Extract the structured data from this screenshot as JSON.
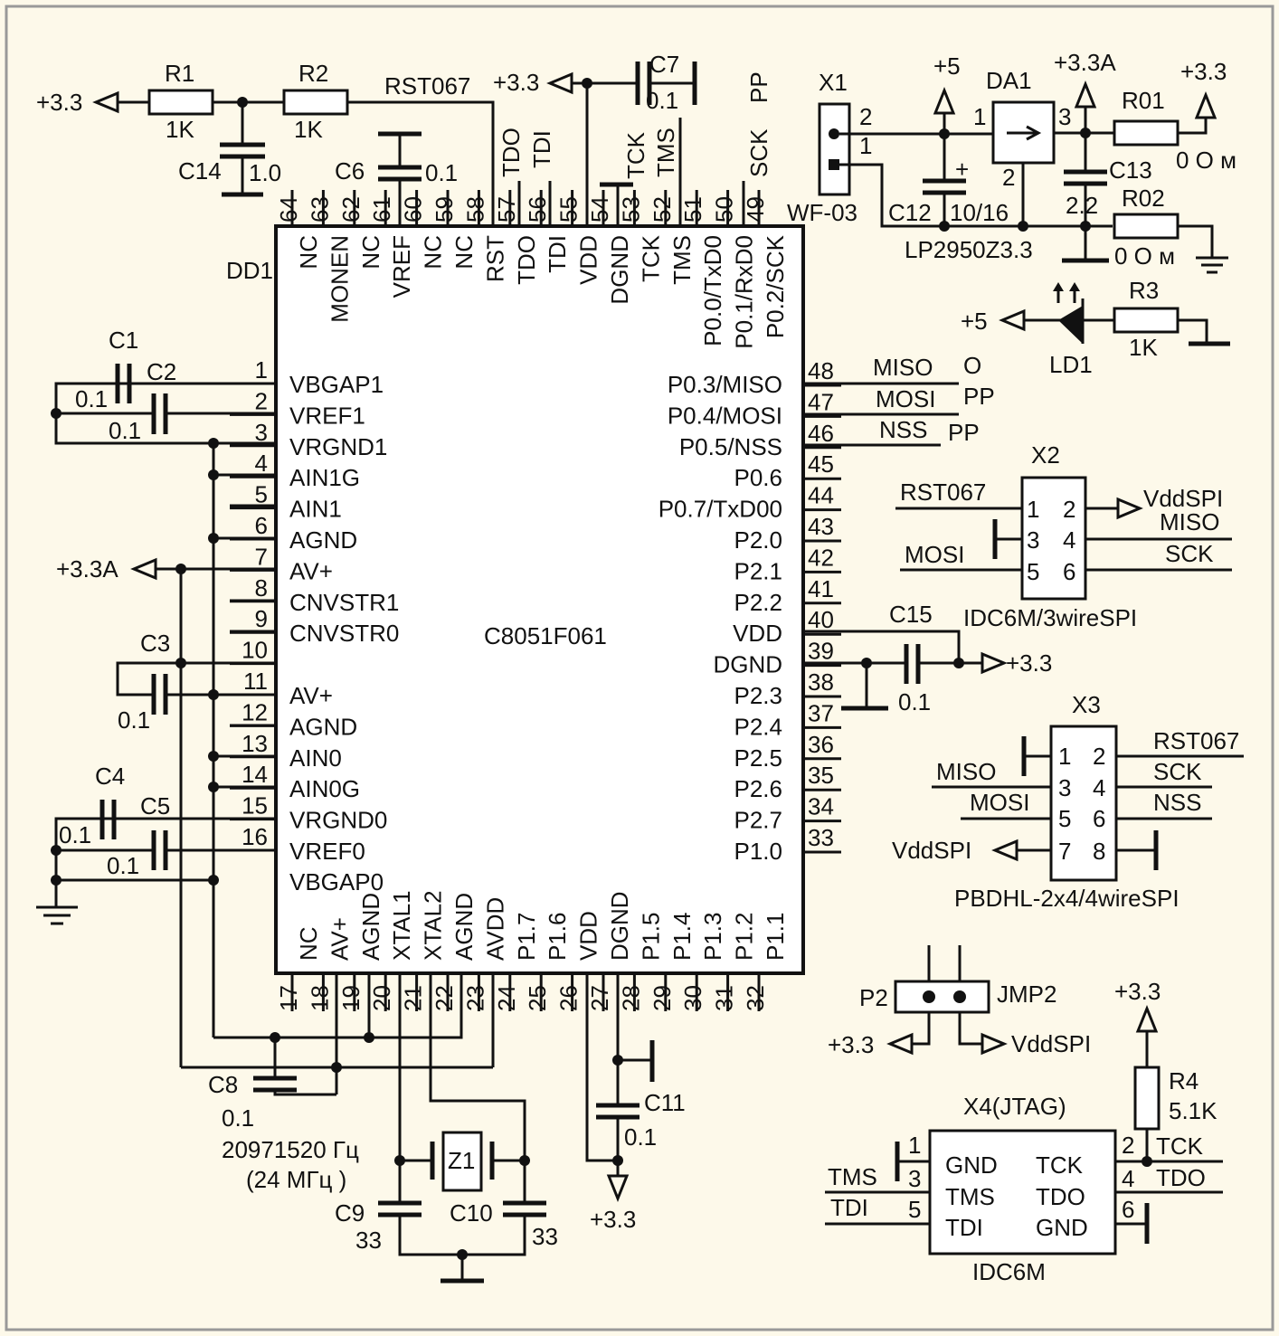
{
  "chip": {
    "ref": "DD1",
    "name": "C8051F061",
    "left": [
      {
        "num": "1",
        "name": "VBGAP1"
      },
      {
        "num": "2",
        "name": "VREF1"
      },
      {
        "num": "3",
        "name": "VRGND1"
      },
      {
        "num": "4",
        "name": "AIN1G"
      },
      {
        "num": "5",
        "name": "AIN1"
      },
      {
        "num": "6",
        "name": "AGND"
      },
      {
        "num": "7",
        "name": "AV+"
      },
      {
        "num": "8",
        "name": "CNVSTR1"
      },
      {
        "num": "9",
        "name": "CNVSTR0"
      },
      {
        "num": "10",
        "name": ""
      },
      {
        "num": "11",
        "name": "AV+"
      },
      {
        "num": "12",
        "name": "AGND"
      },
      {
        "num": "13",
        "name": "AIN0"
      },
      {
        "num": "14",
        "name": "AIN0G"
      },
      {
        "num": "15",
        "name": "VRGND0"
      },
      {
        "num": "16",
        "name": "VREF0"
      }
    ],
    "left_extra": "VBGAP0",
    "right": [
      {
        "num": "48",
        "name": "P0.3/MISO"
      },
      {
        "num": "47",
        "name": "P0.4/MOSI"
      },
      {
        "num": "46",
        "name": "P0.5/NSS"
      },
      {
        "num": "45",
        "name": "P0.6"
      },
      {
        "num": "44",
        "name": "P0.7/TxD00"
      },
      {
        "num": "43",
        "name": "P2.0"
      },
      {
        "num": "42",
        "name": "P2.1"
      },
      {
        "num": "41",
        "name": "P2.2"
      },
      {
        "num": "40",
        "name": "VDD"
      },
      {
        "num": "39",
        "name": "DGND"
      },
      {
        "num": "38",
        "name": "P2.3"
      },
      {
        "num": "37",
        "name": "P2.4"
      },
      {
        "num": "36",
        "name": "P2.5"
      },
      {
        "num": "35",
        "name": "P2.6"
      },
      {
        "num": "34",
        "name": "P2.7"
      },
      {
        "num": "33",
        "name": "P1.0"
      }
    ],
    "top": [
      {
        "num": "64",
        "name": "NC"
      },
      {
        "num": "63",
        "name": "MONEN"
      },
      {
        "num": "62",
        "name": "NC"
      },
      {
        "num": "61",
        "name": "VREF"
      },
      {
        "num": "60",
        "name": "NC"
      },
      {
        "num": "59",
        "name": "NC"
      },
      {
        "num": "58",
        "name": "RST"
      },
      {
        "num": "57",
        "name": "TDO"
      },
      {
        "num": "56",
        "name": "TDI"
      },
      {
        "num": "55",
        "name": "VDD"
      },
      {
        "num": "54",
        "name": "DGND"
      },
      {
        "num": "53",
        "name": "TCK"
      },
      {
        "num": "52",
        "name": "TMS"
      },
      {
        "num": "51",
        "name": "P0.0/TxD0"
      },
      {
        "num": "50",
        "name": "P0.1/RxD0"
      },
      {
        "num": "49",
        "name": "P0.2/SCK"
      }
    ],
    "bottom": [
      {
        "num": "17",
        "name": "NC"
      },
      {
        "num": "18",
        "name": "AV+"
      },
      {
        "num": "19",
        "name": "AGND"
      },
      {
        "num": "20",
        "name": "XTAL1"
      },
      {
        "num": "21",
        "name": "XTAL2"
      },
      {
        "num": "22",
        "name": "AGND"
      },
      {
        "num": "23",
        "name": "AVDD"
      },
      {
        "num": "24",
        "name": "P1.7"
      },
      {
        "num": "25",
        "name": "P1.6"
      },
      {
        "num": "26",
        "name": "VDD"
      },
      {
        "num": "27",
        "name": "DGND"
      },
      {
        "num": "28",
        "name": "P1.5"
      },
      {
        "num": "29",
        "name": "P1.4"
      },
      {
        "num": "30",
        "name": "P1.3"
      },
      {
        "num": "31",
        "name": "P1.2"
      },
      {
        "num": "32",
        "name": "P1.1"
      }
    ]
  },
  "labels": {
    "r1": "R1",
    "r1v": "1K",
    "r2": "R2",
    "r2v": "1K",
    "rst_net": "RST067",
    "p33": "+3.3",
    "c14": "C14",
    "c14v": "1.0",
    "c6": "C6",
    "c6v": "0.1",
    "c7": "C7",
    "c7v": "0.1",
    "tdo_top": "TDO",
    "tdi_top": "TDI",
    "tck_top": "TCK",
    "tms_top": "TMS",
    "sck_top": "SCK",
    "pp_top": "PP",
    "x1": "X1",
    "x1p2": "2",
    "x1p1": "1",
    "wf03": "WF-03",
    "p5": "+5",
    "da1": "DA1",
    "da1p1": "1",
    "da1p2": "2",
    "da1p3": "3",
    "p33a": "+3.3A",
    "r01": "R01",
    "r01v": "0 О м",
    "c13": "C13",
    "c13v": "2.2",
    "r02": "R02",
    "r02v": "0 О м",
    "c12": "C12",
    "c12v": "10/16",
    "lp": "LP2950Z3.3",
    "r3": "R3",
    "r3v": "1K",
    "ld1": "LD1",
    "c1": "C1",
    "c1v": "0.1",
    "c2": "C2",
    "c2v": "0.1",
    "c3": "C3",
    "c3v": "0.1",
    "c4": "C4",
    "c4v": "0.1",
    "c5": "C5",
    "c5v": "0.1",
    "miso": "MISO",
    "mosi": "MOSI",
    "nss": "NSS",
    "o": "O",
    "pp1": "PP",
    "pp2": "PP",
    "x2": "X2",
    "vddspi": "VddSPI",
    "sck": "SCK",
    "x2name": "IDC6M/3wireSPI",
    "c15": "C15",
    "c15v": "0.1",
    "x3": "X3",
    "x3name": "PBDHL-2x4/4wireSPI",
    "p2": "P2",
    "jmp2": "JMP2",
    "r4": "R4",
    "r4v": "5.1K",
    "x4": "X4(JTAG)",
    "idc6m": "IDC6M",
    "gnd": "GND",
    "tms": "TMS",
    "tdi": "TDI",
    "tck": "TCK",
    "tdo": "TDO",
    "c8": "C8",
    "c8v": "0.1",
    "freq1": "20971520 Гц",
    "freq2": "(24 МГц )",
    "c9": "C9",
    "c9v": "33",
    "c10": "C10",
    "c10v": "33",
    "z1": "Z1",
    "c11": "C11",
    "c11v": "0.1"
  }
}
